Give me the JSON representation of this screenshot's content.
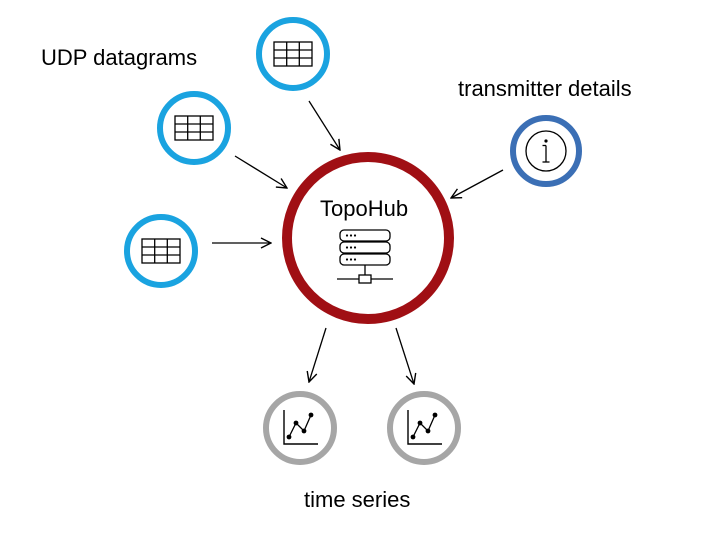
{
  "labels": {
    "udp_datagrams": "UDP datagrams",
    "transmitter_details": "transmitter details",
    "time_series": "time series",
    "hub": "TopoHub"
  },
  "icons": {
    "datagram": "table-grid-icon",
    "transmitter": "info-icon",
    "hub": "server-stack-icon",
    "time_series": "line-chart-icon"
  },
  "colors": {
    "datagram_ring": "#1aa3e0",
    "transmitter_ring": "#3b6fb5",
    "hub_ring": "#a00f14",
    "time_series_ring": "#a6a6a6",
    "arrow": "#000000"
  }
}
